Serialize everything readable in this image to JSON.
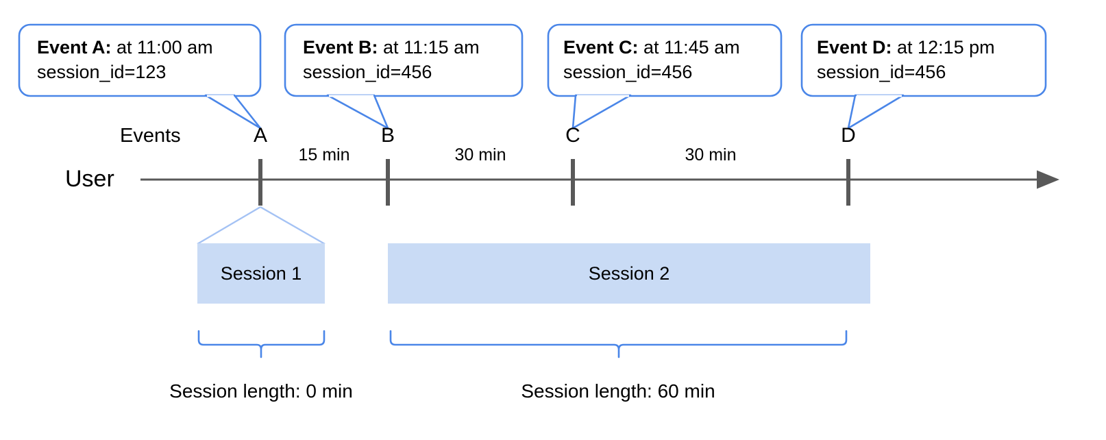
{
  "diagram": {
    "title_row_label": "Events",
    "axis_label": "User",
    "colors": {
      "callout_border": "#4a86e8",
      "session_fill": "#c9dbf5",
      "session_connector": "#a4c2f4",
      "brace": "#4a86e8",
      "axis": "#595959",
      "marker": "#595959"
    }
  },
  "callouts": [
    {
      "id": "event-a",
      "lead": "Event A:",
      "time_text": " at 11:00 am",
      "session_text": "session_id=123"
    },
    {
      "id": "event-b",
      "lead": "Event B:",
      "time_text": " at 11:15 am",
      "session_text": "session_id=456"
    },
    {
      "id": "event-c",
      "lead": "Event C:",
      "time_text": " at 11:45 am",
      "session_text": "session_id=456"
    },
    {
      "id": "event-d",
      "lead": "Event D:",
      "time_text": " at 12:15 pm",
      "session_text": "session_id=456"
    }
  ],
  "markers": [
    {
      "id": "marker-a",
      "letter": "A"
    },
    {
      "id": "marker-b",
      "letter": "B"
    },
    {
      "id": "marker-c",
      "letter": "C"
    },
    {
      "id": "marker-d",
      "letter": "D"
    }
  ],
  "gaps": [
    {
      "id": "gap-ab",
      "label": "15 min"
    },
    {
      "id": "gap-bc",
      "label": "30 min"
    },
    {
      "id": "gap-cd",
      "label": "30 min"
    }
  ],
  "sessions": [
    {
      "id": "session-1",
      "label": "Session 1",
      "length_label": "Session length: 0 min"
    },
    {
      "id": "session-2",
      "label": "Session 2",
      "length_label": "Session length: 60 min"
    }
  ]
}
